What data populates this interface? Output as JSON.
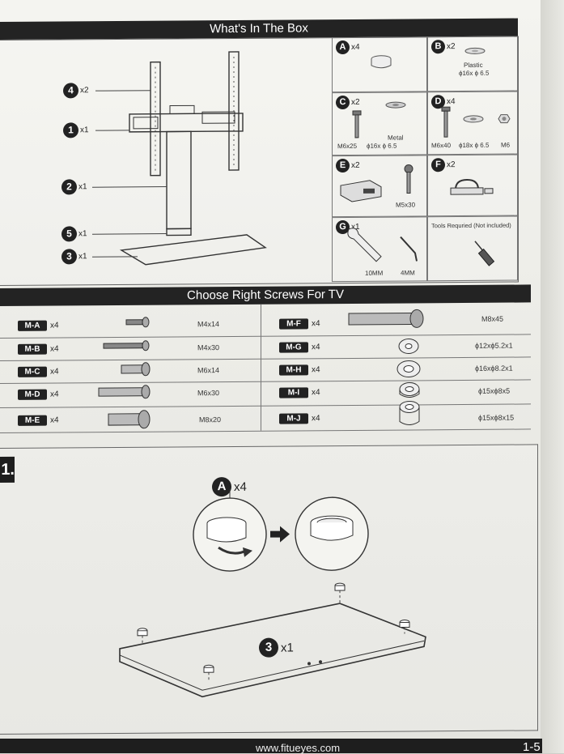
{
  "header": {
    "title": "What's In The Box"
  },
  "main_parts": [
    {
      "id": "4",
      "qty": "x2"
    },
    {
      "id": "1",
      "qty": "x1"
    },
    {
      "id": "2",
      "qty": "x1"
    },
    {
      "id": "5",
      "qty": "x1"
    },
    {
      "id": "3",
      "qty": "x1"
    }
  ],
  "box_items": {
    "A": {
      "letter": "A",
      "qty": "x4"
    },
    "B": {
      "letter": "B",
      "qty": "x2",
      "label1": "Plastic",
      "label2": "ϕ16x ϕ 6.5"
    },
    "C": {
      "letter": "C",
      "qty": "x2",
      "label_metal": "Metal",
      "label_a": "M6x25",
      "label_b": "ϕ16x ϕ 6.5"
    },
    "D": {
      "letter": "D",
      "qty": "x4",
      "label_a": "M6x40",
      "label_b": "ϕ18x ϕ 6.5",
      "label_c": "M6"
    },
    "E": {
      "letter": "E",
      "qty": "x2",
      "label_a": "M5x30"
    },
    "F": {
      "letter": "F",
      "qty": "x2"
    },
    "G": {
      "letter": "G",
      "qty": "x1",
      "label_a": "10MM",
      "label_b": "4MM"
    },
    "tools": {
      "label": "Tools Requried (Not included)"
    }
  },
  "screws": {
    "title": "Choose Right Screws For TV",
    "left": [
      {
        "tag": "M-A",
        "qty": "x4",
        "size": "M4x14"
      },
      {
        "tag": "M-B",
        "qty": "x4",
        "size": "M4x30"
      },
      {
        "tag": "M-C",
        "qty": "x4",
        "size": "M6x14"
      },
      {
        "tag": "M-D",
        "qty": "x4",
        "size": "M6x30"
      },
      {
        "tag": "M-E",
        "qty": "x4",
        "size": "M8x20"
      }
    ],
    "right": [
      {
        "tag": "M-F",
        "qty": "x4",
        "size": "M8x45"
      },
      {
        "tag": "M-G",
        "qty": "x4",
        "size": "ϕ12xϕ5.2x1"
      },
      {
        "tag": "M-H",
        "qty": "x4",
        "size": "ϕ16xϕ8.2x1"
      },
      {
        "tag": "M-I",
        "qty": "x4",
        "size": "ϕ15xϕ8x5"
      },
      {
        "tag": "M-J",
        "qty": "x4",
        "size": "ϕ15xϕ8x15"
      }
    ]
  },
  "step": {
    "number": "1.",
    "part_a": {
      "letter": "A",
      "qty": "x4"
    },
    "part_3": {
      "letter": "3",
      "qty": "x1"
    }
  },
  "footer": {
    "website": "www.fitueyes.com",
    "page": "1-5"
  }
}
